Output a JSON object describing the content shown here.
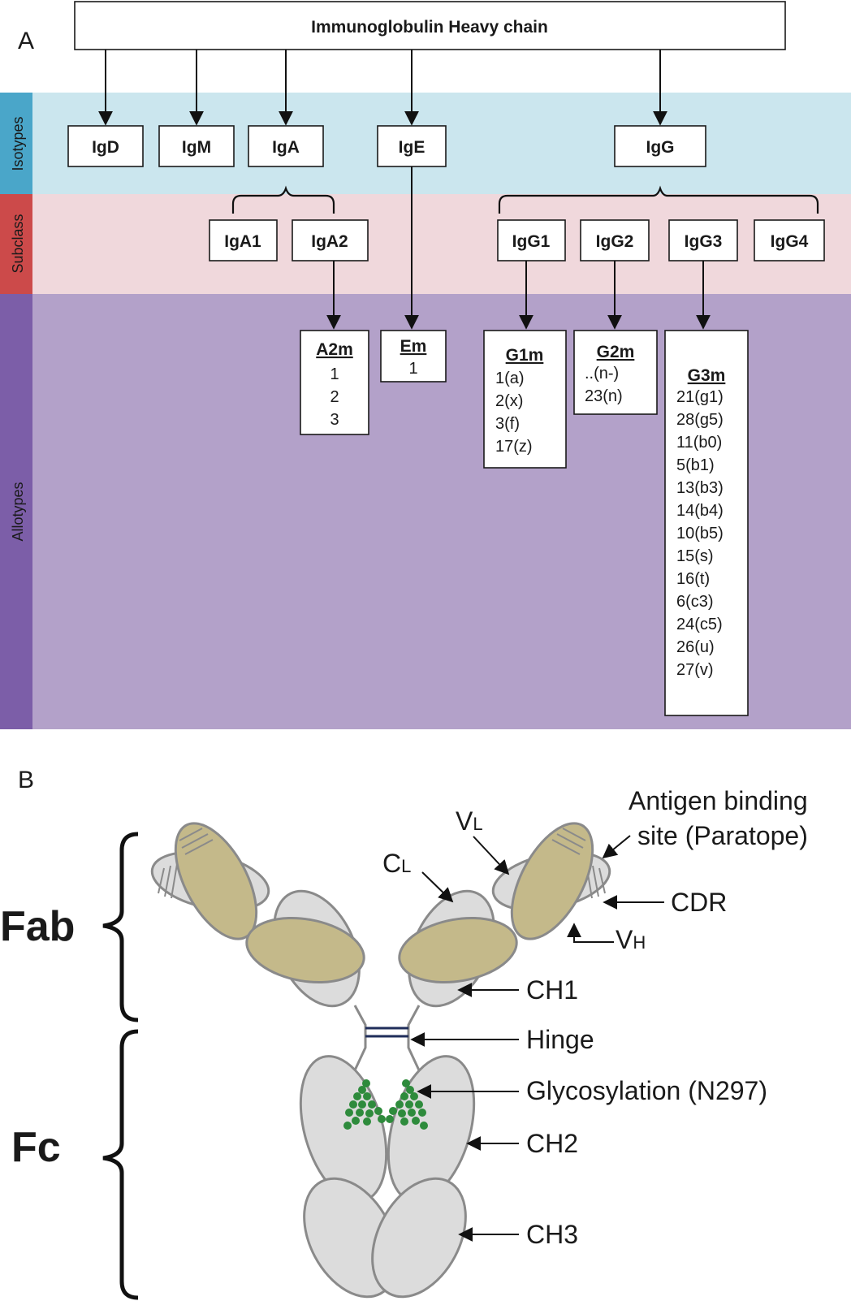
{
  "panels": {
    "a_label": "A",
    "b_label": "B"
  },
  "root": {
    "label": "Immunoglobulin Heavy chain"
  },
  "bands": {
    "isotypes": {
      "label": "Isotypes",
      "color": "#cbe6ee",
      "tab_color": "#4aa6c9"
    },
    "subclass": {
      "label": "Subclass",
      "color": "#f0d8dc",
      "tab_color": "#cc4a4a"
    },
    "allotypes": {
      "label": "Allotypes",
      "color": "#b3a1c9",
      "tab_color": "#7c5ea8"
    }
  },
  "isotypes": [
    {
      "id": "igd",
      "label": "IgD"
    },
    {
      "id": "igm",
      "label": "IgM"
    },
    {
      "id": "iga",
      "label": "IgA"
    },
    {
      "id": "ige",
      "label": "IgE"
    },
    {
      "id": "igg",
      "label": "IgG"
    }
  ],
  "subclasses": [
    {
      "id": "iga1",
      "label": "IgA1"
    },
    {
      "id": "iga2",
      "label": "IgA2"
    },
    {
      "id": "igg1",
      "label": "IgG1"
    },
    {
      "id": "igg2",
      "label": "IgG2"
    },
    {
      "id": "igg3",
      "label": "IgG3"
    },
    {
      "id": "igg4",
      "label": "IgG4"
    }
  ],
  "allotypes": [
    {
      "id": "a2m",
      "title": "A2m",
      "items": [
        "1",
        "2",
        "3"
      ]
    },
    {
      "id": "em",
      "title": "Em",
      "items": [
        "1"
      ]
    },
    {
      "id": "g1m",
      "title": "G1m",
      "items": [
        "1(a)",
        "2(x)",
        "3(f)",
        "17(z)"
      ]
    },
    {
      "id": "g2m",
      "title": "G2m",
      "items": [
        "..(n-)",
        "23(n)"
      ]
    },
    {
      "id": "g3m",
      "title": "G3m",
      "items": [
        "21(g1)",
        "28(g5)",
        "11(b0)",
        "5(b1)",
        "13(b3)",
        "14(b4)",
        "10(b5)",
        "15(s)",
        "16(t)",
        "6(c3)",
        "24(c5)",
        "26(u)",
        "27(v)"
      ]
    }
  ],
  "antibody": {
    "fab_label": "Fab",
    "fc_label": "Fc",
    "vl_main": "V",
    "vl_sub": "L",
    "cl_main": "C",
    "cl_sub": "L",
    "vh_main": "V",
    "vh_sub": "H",
    "antigen_line1": "Antigen binding",
    "antigen_line2": "site (Paratope)",
    "cdr": "CDR",
    "ch1": "CH1",
    "hinge": "Hinge",
    "glycosylation": "Glycosylation (N297)",
    "ch2": "CH2",
    "ch3": "CH3",
    "colors": {
      "constant": "#dcdcdc",
      "variable": "#c4b98a",
      "glycan": "#2e8b3c",
      "hinge_bond": "#1f2d5a"
    }
  }
}
